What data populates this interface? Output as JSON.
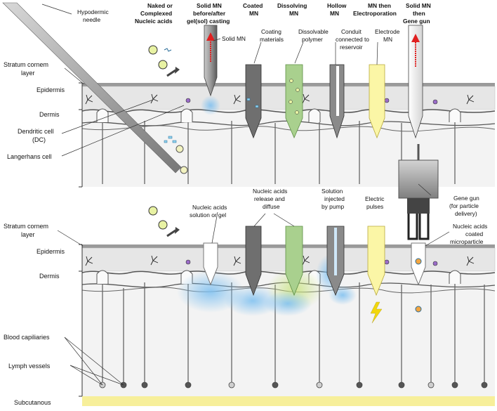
{
  "left_labels": {
    "stratum_corneum_top": [
      "Stratum cornem",
      "layer"
    ],
    "epidermis_top": "Epidermis",
    "dermis_top": "Dermis",
    "dendritic_cell": [
      "Dendritic cell",
      "(DC)"
    ],
    "langerhans_cell": "Langerhans cell",
    "stratum_corneum_bottom": [
      "Stratum cornem",
      "layer"
    ],
    "epidermis_bottom": "Epidermis",
    "dermis_bottom": "Dermis",
    "blood_capillaries": "Blood capiliaries",
    "lymph_vessels": "Lymph vessels",
    "subcutaneous": "Subcutanous"
  },
  "column_headers": [
    [
      "Hypodermic",
      "needle"
    ],
    [
      "Naked or",
      "Complexed",
      "Nucleic acids"
    ],
    [
      "Solid MN",
      "before/after",
      "gel(sol) casting"
    ],
    [
      "Coated",
      "MN"
    ],
    [
      "Dissolving",
      "MN"
    ],
    [
      "Hollow",
      "MN"
    ],
    [
      "MN then",
      "Electroporation"
    ],
    [
      "Solid MN",
      "then",
      "Gene gun"
    ]
  ],
  "top_annotations": {
    "solid_mn": "Solid MN",
    "coating": [
      "Coating",
      "materials"
    ],
    "dissolvable": [
      "Dissolvable",
      "polymer"
    ],
    "conduit": [
      "Conduit",
      "connected to",
      "reservoir"
    ],
    "electrode": [
      "Electrode",
      "MN"
    ]
  },
  "bottom_annotations": {
    "solution_gel": [
      "Nucleic acids",
      "solution or gel"
    ],
    "release": [
      "Nucleic acids",
      "release and",
      "diffuse"
    ],
    "pump": [
      "Solution",
      "injected",
      "by pump"
    ],
    "pulses": [
      "Electric",
      "pulses"
    ],
    "gene_gun": [
      "Gene gun",
      "(for particle",
      "delivery)"
    ],
    "microparticle": [
      "Nucleic acids",
      "coated",
      "microparticle"
    ]
  },
  "colors": {
    "stratum": "#9a9a9a",
    "epidermis": "#e8e8e8",
    "dermis": "#f2f2f2",
    "subcutaneous": "#f7ef9a",
    "needle": "#8a8a8a",
    "coated": "#7a7a7a",
    "dissolving": "#a9d08e",
    "electrode": "#fbf6a6",
    "arrow_red": "#e02020",
    "diffuse_blue": "#8fc6ef",
    "spark": "#f2d70c"
  }
}
